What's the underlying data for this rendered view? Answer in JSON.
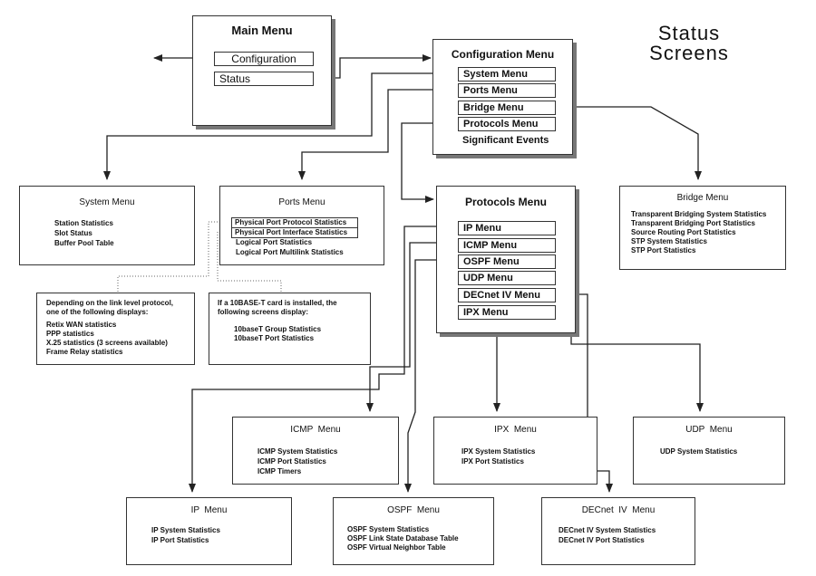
{
  "page_title": [
    "Status",
    "Screens"
  ],
  "main_menu": {
    "title": "Main Menu",
    "items": [
      "Configuration",
      "Status"
    ]
  },
  "configuration_menu": {
    "title": "Configuration Menu",
    "items": [
      "System Menu",
      "Ports Menu",
      "Bridge Menu",
      "Protocols Menu"
    ],
    "extra": "Significant Events"
  },
  "protocols_menu": {
    "title": "Protocols Menu",
    "items": [
      "IP Menu",
      "ICMP Menu",
      "OSPF Menu",
      "UDP Menu",
      "DECnet IV Menu",
      "IPX Menu"
    ]
  },
  "system_menu": {
    "title": "System Menu",
    "items": [
      "Station Statistics",
      "Slot Status",
      "Buffer Pool Table"
    ]
  },
  "ports_menu": {
    "title": "Ports Menu",
    "boxed_items": [
      "Physical Port Protocol Statistics",
      "Physical Port Interface Statistics"
    ],
    "items": [
      "Logical Port Statistics",
      "Logical Port Multilink Statistics"
    ]
  },
  "bridge_menu": {
    "title": "Bridge Menu",
    "items": [
      "Transparent Bridging System Statistics",
      "Transparent Bridging Port Statistics",
      "Source Routing Port Statistics",
      "STP System Statistics",
      "STP Port Statistics"
    ]
  },
  "note_link_protocol": {
    "intro": [
      "Depending on the link level protocol,",
      "one of the following displays:"
    ],
    "items": [
      "Retix WAN statistics",
      "PPP statistics",
      "X.25 statistics (3 screens available)",
      "Frame Relay statistics"
    ]
  },
  "note_10baset": {
    "intro": [
      "If a 10BASE-T card is installed, the",
      "following screens display:"
    ],
    "items": [
      "10baseT Group Statistics",
      "10baseT Port Statistics"
    ]
  },
  "icmp_menu": {
    "title": "ICMP  Menu",
    "items": [
      "ICMP System Statistics",
      "ICMP Port Statistics",
      "ICMP Timers"
    ]
  },
  "ipx_menu": {
    "title": "IPX  Menu",
    "items": [
      "IPX System Statistics",
      "IPX Port Statistics"
    ]
  },
  "udp_menu": {
    "title": "UDP  Menu",
    "items": [
      "UDP System Statistics"
    ]
  },
  "ip_menu": {
    "title": "IP  Menu",
    "items": [
      "IP System Statistics",
      "IP Port Statistics"
    ]
  },
  "ospf_menu": {
    "title": "OSPF  Menu",
    "items": [
      "OSPF System Statistics",
      "OSPF Link State Database Table",
      "OSPF Virtual Neighbor Table"
    ]
  },
  "decnet_menu": {
    "title": "DECnet  IV  Menu",
    "items": [
      "DECnet IV System Statistics",
      "DECnet IV Port Statistics"
    ]
  }
}
